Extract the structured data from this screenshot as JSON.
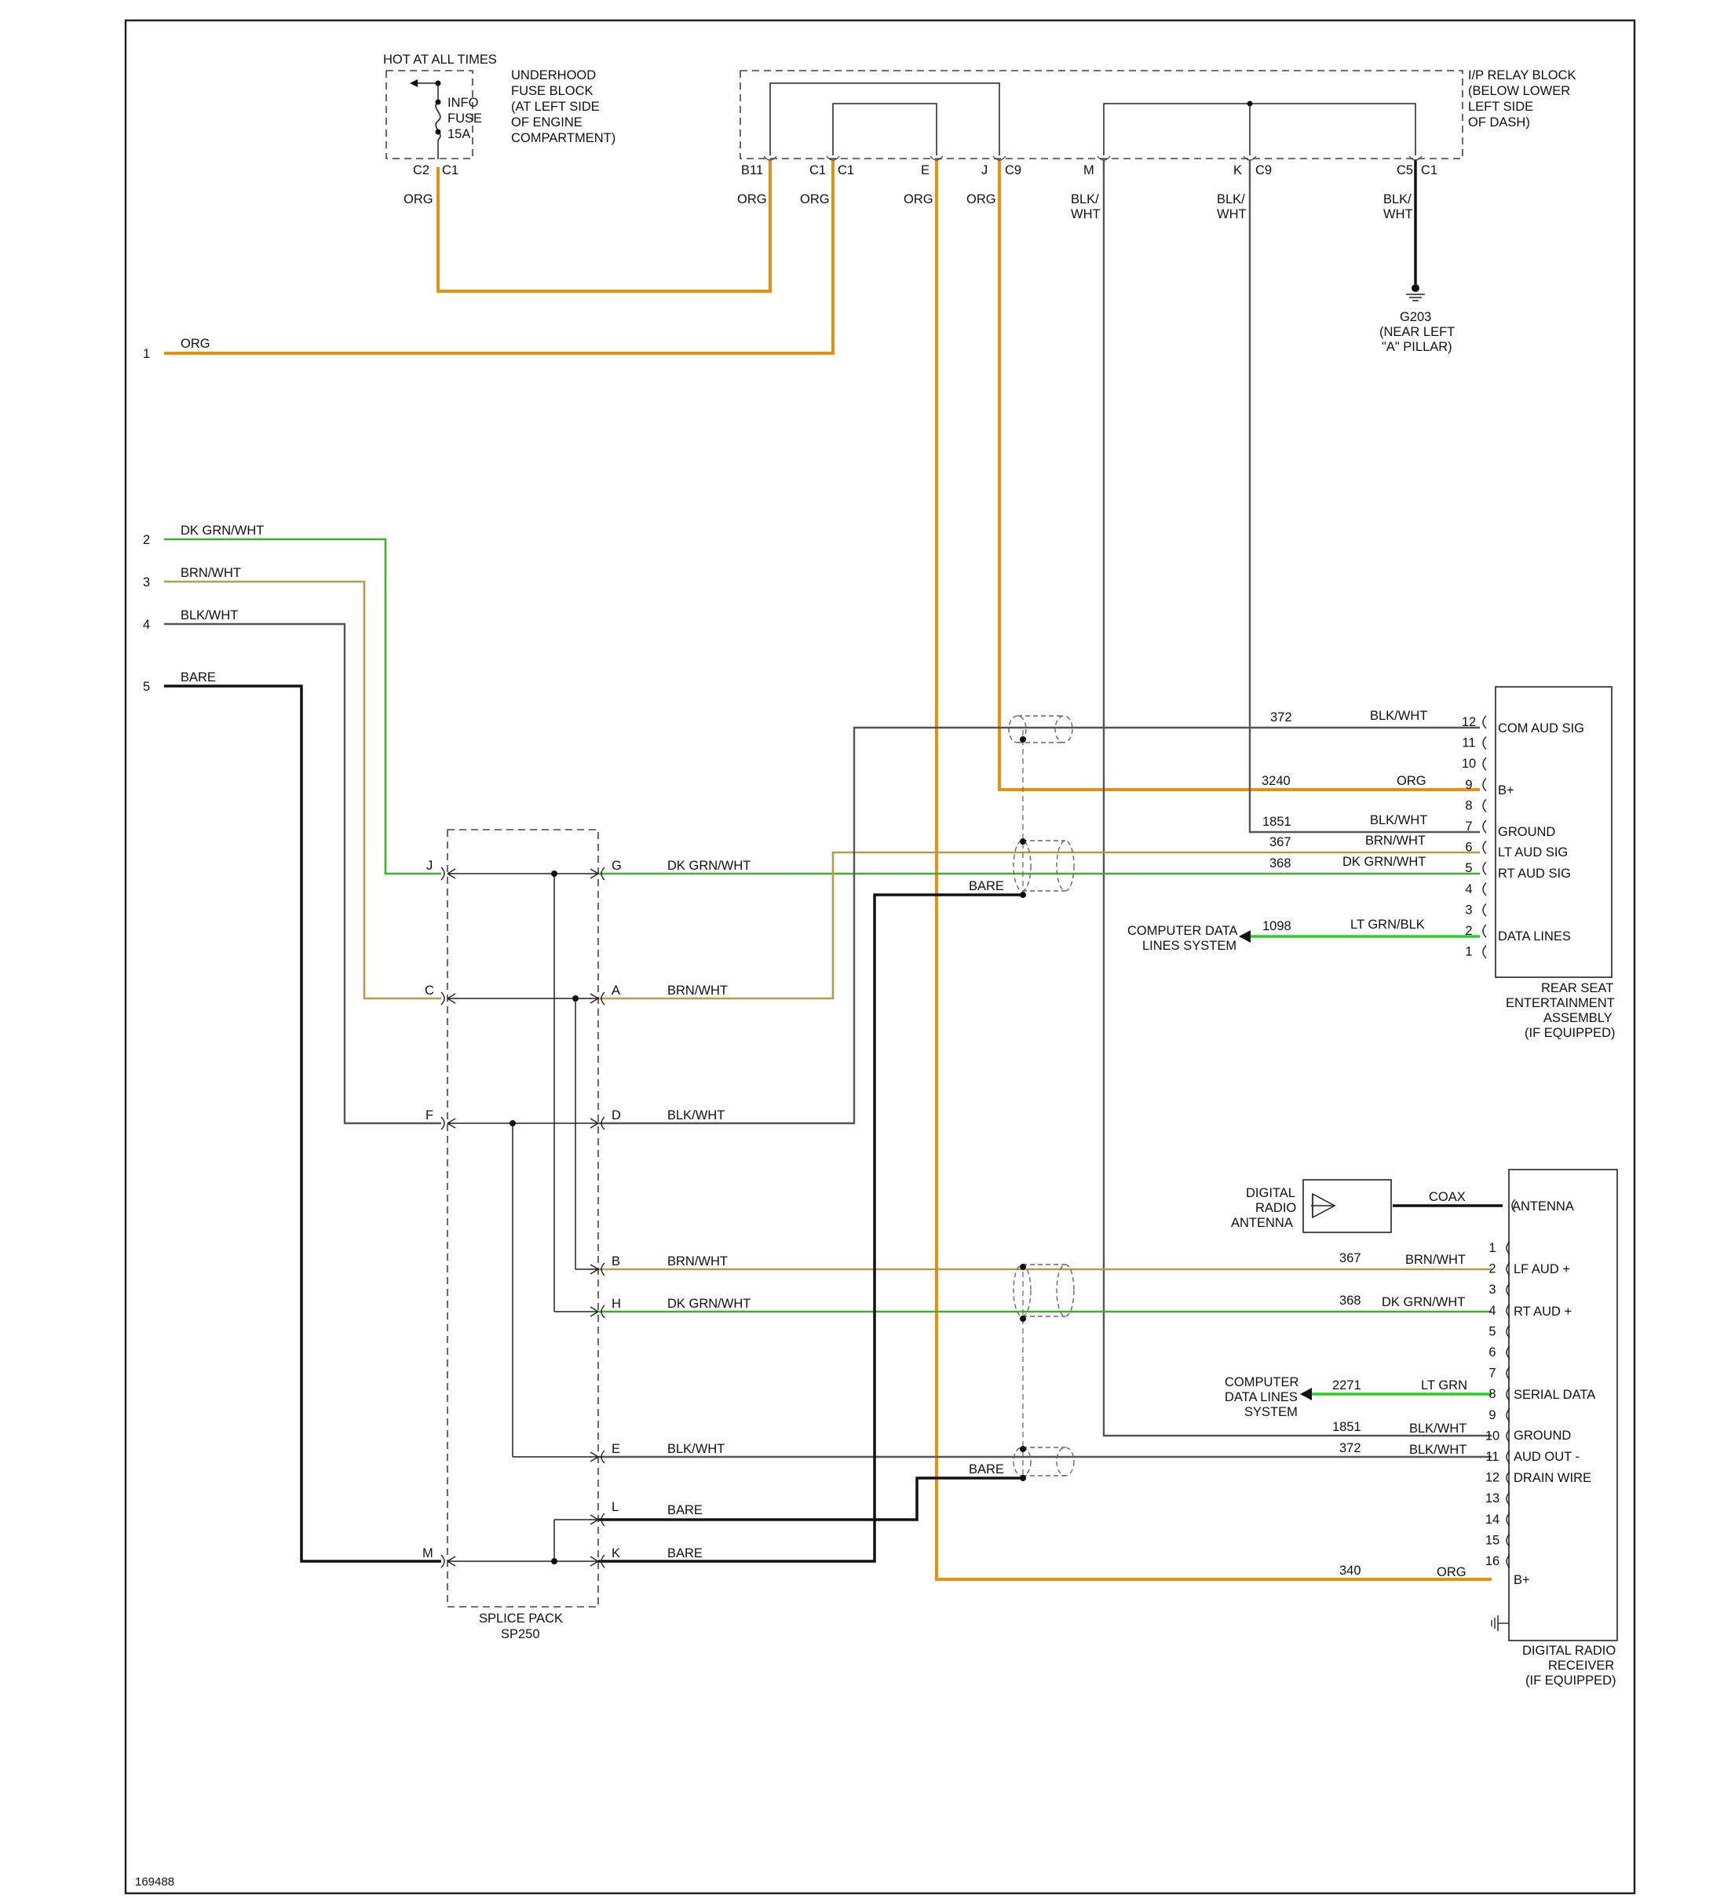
{
  "figure_id": "169488",
  "colors": {
    "org": "#E8900E",
    "dk_grn_wht": "#3FAE2A",
    "brn_wht": "#B89A4E",
    "blk_wht": "#555555",
    "bare": "#111111",
    "lt_grn": "#22D322",
    "coax": "#111111"
  },
  "fuse_block": {
    "header": "HOT AT ALL TIMES",
    "name": [
      "UNDERHOOD",
      "FUSE BLOCK",
      "(AT LEFT SIDE",
      "OF ENGINE",
      "COMPARTMENT)"
    ],
    "fuse_label": [
      "INFO",
      "FUSE",
      "15A"
    ],
    "pin_left": "C2",
    "pin_right": "C1",
    "wire_label": "ORG"
  },
  "relay_block": {
    "name": [
      "I/P RELAY BLOCK",
      "(BELOW LOWER",
      "LEFT SIDE",
      "OF DASH)"
    ],
    "pins": [
      {
        "pin": "B11",
        "wire": "ORG"
      },
      {
        "pin": "C1",
        "wire": "ORG"
      },
      {
        "pin": "C1",
        "wire": ""
      },
      {
        "pin": "E",
        "wire": "ORG"
      },
      {
        "pin": "J",
        "wire": "ORG"
      },
      {
        "pin": "C9",
        "wire": ""
      },
      {
        "pin": "M",
        "wire": "BLK/\nWHT"
      },
      {
        "pin": "K",
        "wire": "BLK/\nWHT"
      },
      {
        "pin": "C9",
        "wire": ""
      },
      {
        "pin": "C5",
        "wire": "BLK/\nWHT"
      },
      {
        "pin": "C1",
        "wire": ""
      }
    ]
  },
  "ground": {
    "name": "G203",
    "location": [
      "(NEAR LEFT",
      "\"A\" PILLAR)"
    ]
  },
  "left_inputs": [
    {
      "num": "1",
      "wire": "ORG"
    },
    {
      "num": "2",
      "wire": "DK GRN/WHT"
    },
    {
      "num": "3",
      "wire": "BRN/WHT"
    },
    {
      "num": "4",
      "wire": "BLK/WHT"
    },
    {
      "num": "5",
      "wire": "BARE"
    }
  ],
  "splice_pack": {
    "name": [
      "SPLICE PACK",
      "SP250"
    ],
    "left_pins": [
      "J",
      "C",
      "F",
      "M"
    ],
    "right_pins": [
      {
        "pin": "G",
        "wire": "DK GRN/WHT"
      },
      {
        "pin": "A",
        "wire": "BRN/WHT"
      },
      {
        "pin": "D",
        "wire": "BLK/WHT"
      },
      {
        "pin": "B",
        "wire": "BRN/WHT"
      },
      {
        "pin": "H",
        "wire": "DK GRN/WHT"
      },
      {
        "pin": "E",
        "wire": "BLK/WHT"
      },
      {
        "pin": "L",
        "wire": "BARE"
      },
      {
        "pin": "K",
        "wire": "BARE"
      }
    ]
  },
  "shield_bare_labels": [
    "BARE",
    "BARE"
  ],
  "rse": {
    "name": [
      "REAR SEAT",
      "ENTERTAINMENT",
      "ASSEMBLY",
      "(IF EQUIPPED)"
    ],
    "pins": [
      "12",
      "11",
      "10",
      "9",
      "8",
      "7",
      "6",
      "5",
      "4",
      "3",
      "2",
      "1"
    ],
    "functions": [
      "COM AUD SIG",
      "B+",
      "GROUND",
      "LT AUD SIG",
      "RT AUD SIG",
      "DATA LINES"
    ],
    "circuits": [
      {
        "circuit": "372",
        "wire": "BLK/WHT"
      },
      {
        "circuit": "3240",
        "wire": "ORG"
      },
      {
        "circuit": "1851",
        "wire": "BLK/WHT"
      },
      {
        "circuit": "367",
        "wire": "BRN/WHT"
      },
      {
        "circuit": "368",
        "wire": "DK GRN/WHT"
      },
      {
        "circuit": "1098",
        "wire": "LT GRN/BLK"
      }
    ],
    "data_system": [
      "COMPUTER DATA",
      "LINES SYSTEM"
    ]
  },
  "antenna": {
    "name": [
      "DIGITAL",
      "RADIO",
      "ANTENNA"
    ],
    "wire": "COAX"
  },
  "receiver": {
    "name": [
      "DIGITAL RADIO",
      "RECEIVER",
      "(IF EQUIPPED)"
    ],
    "pins": [
      "1",
      "2",
      "3",
      "4",
      "5",
      "6",
      "7",
      "8",
      "9",
      "10",
      "11",
      "12",
      "13",
      "14",
      "15",
      "16"
    ],
    "functions": [
      "ANTENNA",
      "LF AUD +",
      "RT AUD +",
      "SERIAL DATA",
      "GROUND",
      "AUD OUT -",
      "DRAIN WIRE",
      "B+"
    ],
    "circuits": [
      {
        "circuit": "367",
        "wire": "BRN/WHT"
      },
      {
        "circuit": "368",
        "wire": "DK GRN/WHT"
      },
      {
        "circuit": "2271",
        "wire": "LT GRN"
      },
      {
        "circuit": "1851",
        "wire": "BLK/WHT"
      },
      {
        "circuit": "372",
        "wire": "BLK/WHT"
      },
      {
        "circuit": "340",
        "wire": "ORG"
      }
    ],
    "data_system": [
      "COMPUTER",
      "DATA LINES",
      "SYSTEM"
    ]
  }
}
